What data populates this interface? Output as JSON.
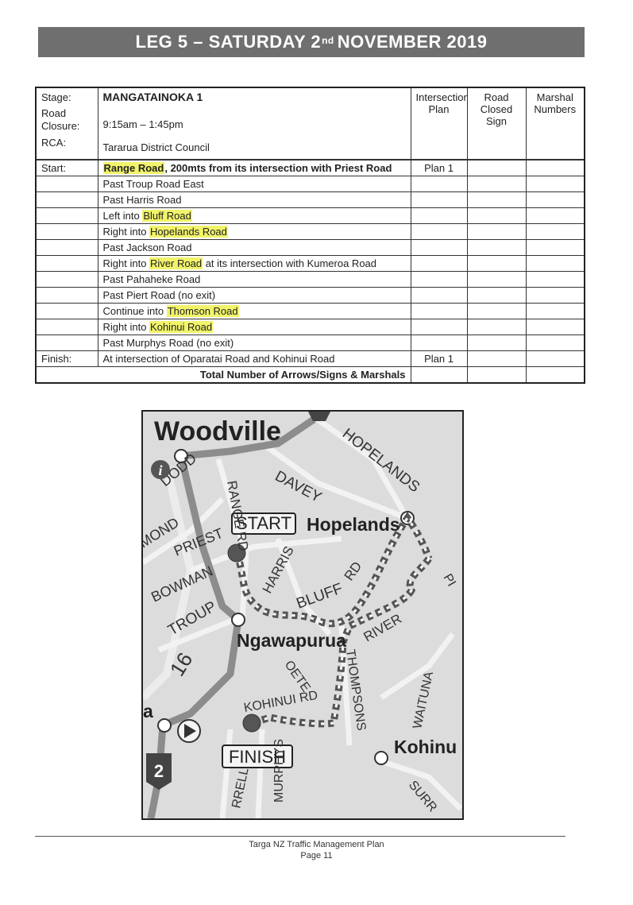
{
  "banner": {
    "title_prefix": "LEG 5 – SATURDAY 2",
    "title_sup": "nd",
    "title_suffix": "NOVEMBER 2019"
  },
  "stage": {
    "labels": {
      "stage": "Stage:",
      "road_closure": "Road Closure:",
      "rca": "RCA:"
    },
    "name": "MANGATAINOKA 1",
    "closure_time": "9:15am – 1:45pm",
    "rca": "Tararua District Council"
  },
  "columns": {
    "intersection_plan": "Intersection Plan",
    "road_closed_sign": "Road Closed Sign",
    "marshal_numbers": "Marshal Numbers"
  },
  "route": {
    "start_label": "Start:",
    "finish_label": "Finish:",
    "start": {
      "hl": "Range Road",
      "rest": ", 200mts from its intersection with Priest Road",
      "plan": "Plan 1"
    },
    "steps": [
      {
        "pre": "Past Troup Road East",
        "hl": "",
        "post": ""
      },
      {
        "pre": "Past Harris Road",
        "hl": "",
        "post": ""
      },
      {
        "pre": "Left into ",
        "hl": "Bluff Road",
        "post": ""
      },
      {
        "pre": "Right into ",
        "hl": "Hopelands Road",
        "post": ""
      },
      {
        "pre": "Past Jackson Road",
        "hl": "",
        "post": ""
      },
      {
        "pre": "Right into ",
        "hl": "River Road",
        "post": " at its intersection with Kumeroa Road"
      },
      {
        "pre": "Past Pahaheke Road",
        "hl": "",
        "post": ""
      },
      {
        "pre": "Past Piert Road (no exit)",
        "hl": "",
        "post": ""
      },
      {
        "pre": "Continue into ",
        "hl": "Thomson Road",
        "post": ""
      },
      {
        "pre": "Right into ",
        "hl": "Kohinui Road",
        "post": ""
      },
      {
        "pre": "Past Murphys Road (no exit)",
        "hl": "",
        "post": ""
      }
    ],
    "finish": {
      "text": "At intersection of Oparatai Road and Kohinui Road",
      "plan": "Plan 1"
    },
    "total_label": "Total Number of Arrows/Signs & Marshals"
  },
  "map": {
    "places": {
      "woodville": "Woodville",
      "hopelands_town": "Hopelands",
      "ngawapurua": "Ngawapurua",
      "kohinui_town": "Kohinu",
      "a": "a"
    },
    "roads": {
      "hopelands": "HOPELANDS",
      "davey": "DAVEY",
      "dodd": "DODD",
      "range": "RANGE RD",
      "mond": "MOND",
      "priest": "PRIEST",
      "harris": "HARRIS",
      "bowman": "BOWMAN",
      "bluff": "BLUFF",
      "rd": "RD",
      "troup": "TROUP",
      "river": "RIVER",
      "oete": "OETE",
      "thompsons": "THOMPSONS",
      "waituna": "WAITUNA",
      "kohinui_rd": "KOHINUI RD",
      "murphys": "MURPHYS",
      "rrell": "RRELL",
      "surr": "SURR",
      "pi": "PI"
    },
    "highways": {
      "sh16": "16",
      "sh2": "2"
    },
    "info_icon": "i",
    "start_box": "START",
    "finish_box": "FINISH"
  },
  "footer": {
    "line1": "Targa NZ Traffic Management Plan",
    "line2": "Page 11"
  }
}
